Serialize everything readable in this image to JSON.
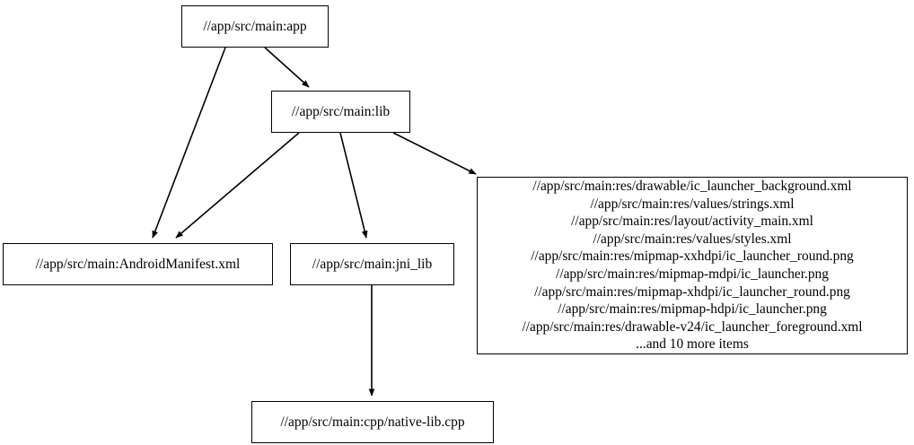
{
  "diagram": {
    "type": "directed-dependency-graph",
    "nodes": {
      "app": {
        "label": "//app/src/main:app"
      },
      "lib": {
        "label": "//app/src/main:lib"
      },
      "manifest": {
        "label": "//app/src/main:AndroidManifest.xml"
      },
      "jni_lib": {
        "label": "//app/src/main:jni_lib"
      },
      "native_lib": {
        "label": "//app/src/main:cpp/native-lib.cpp"
      },
      "res_list": {
        "label": "//app/src/main:res/drawable/ic_launcher_background.xml\n//app/src/main:res/values/strings.xml\n//app/src/main:res/layout/activity_main.xml\n//app/src/main:res/values/styles.xml\n//app/src/main:res/mipmap-xxhdpi/ic_launcher_round.png\n//app/src/main:res/mipmap-mdpi/ic_launcher.png\n//app/src/main:res/mipmap-xhdpi/ic_launcher_round.png\n//app/src/main:res/mipmap-hdpi/ic_launcher.png\n//app/src/main:res/drawable-v24/ic_launcher_foreground.xml\n...and 10 more items",
        "lines": [
          "//app/src/main:res/drawable/ic_launcher_background.xml",
          "//app/src/main:res/values/strings.xml",
          "//app/src/main:res/layout/activity_main.xml",
          "//app/src/main:res/values/styles.xml",
          "//app/src/main:res/mipmap-xxhdpi/ic_launcher_round.png",
          "//app/src/main:res/mipmap-mdpi/ic_launcher.png",
          "//app/src/main:res/mipmap-xhdpi/ic_launcher_round.png",
          "//app/src/main:res/mipmap-hdpi/ic_launcher.png",
          "//app/src/main:res/drawable-v24/ic_launcher_foreground.xml",
          "...and 10 more items"
        ]
      }
    },
    "edges": [
      {
        "from": "app",
        "to": "lib"
      },
      {
        "from": "app",
        "to": "manifest"
      },
      {
        "from": "lib",
        "to": "manifest"
      },
      {
        "from": "lib",
        "to": "jni_lib"
      },
      {
        "from": "lib",
        "to": "res_list"
      },
      {
        "from": "jni_lib",
        "to": "native_lib"
      }
    ],
    "colors": {
      "background": "#ffffff",
      "node_border": "#000000",
      "node_fill": "#ffffff",
      "edge": "#000000",
      "text": "#000000"
    }
  }
}
